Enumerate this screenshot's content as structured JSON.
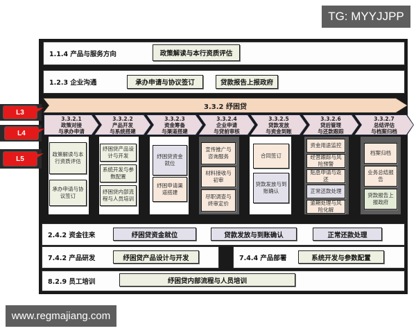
{
  "watermarks": {
    "top_right": "TG: MYYJJPP",
    "bottom_left": "www.regmajiang.com"
  },
  "level_tags": [
    "L3",
    "L4",
    "L5"
  ],
  "top_lanes": [
    {
      "title": "1.1.4 产品与服务方向",
      "activities": [
        "政策解读与本行资质评估"
      ]
    },
    {
      "title": "1.2.3 企业沟通",
      "activities": [
        "承办申请与协议签订",
        "贷款报告上报政府"
      ]
    }
  ],
  "process": {
    "title": "3.3.2 纾困贷",
    "steps": [
      {
        "code": "3.3.2.1",
        "line1": "政策对接",
        "line2": "与承办申请",
        "tasks": [
          "政策解读与本行资质评估",
          "承办申请与协议签订"
        ]
      },
      {
        "code": "3.3.2.2",
        "line1": "产品开发",
        "line2": "与系统搭建",
        "tasks": [
          "纾困贷产品设计与开发",
          "系统开发与参数配置",
          "纾困贷内部流程与人员培训"
        ]
      },
      {
        "code": "3.3.2.3",
        "line1": "资金筹备",
        "line2": "与渠道搭建",
        "tasks": [
          "纾困贷资金就位",
          "纾困申请渠道搭建"
        ]
      },
      {
        "code": "3.3.2.4",
        "line1": "企业申请",
        "line2": "与贷前审核",
        "tasks": [
          "宣传推广与咨询服务",
          "材料接收与初审",
          "尽职调查与终审定价"
        ]
      },
      {
        "code": "3.3.2.5",
        "line1": "贷款发放",
        "line2": "与资金到账",
        "tasks": [
          "合同签订",
          "贷款发放与到账确认"
        ]
      },
      {
        "code": "3.3.2.6",
        "line1": "贷后管理",
        "line2": "与还款跟踪",
        "tasks": [
          "资金用途监控",
          "经营跟踪与风险预警",
          "贴息申请与返还",
          "正常还款处理",
          "逾期处理与风险化解"
        ]
      },
      {
        "code": "3.3.2.7",
        "line1": "总结评估",
        "line2": "与档案归档",
        "tasks": [
          "档案归档",
          "业务总结报告",
          "贷款报告上报政府"
        ]
      }
    ]
  },
  "bottom_lanes": [
    {
      "title": "2.4.2 资金往来",
      "activities": [
        "纾困贷资金就位",
        "贷款发放与到账确认",
        "正常还款处理"
      ]
    },
    {
      "title": "7.4.2 产品研发",
      "activities": [
        "纾困贷产品设计与开发"
      ]
    },
    {
      "title": "7.4.4 产品部署",
      "activities": [
        "系统开发与参数配置"
      ]
    },
    {
      "title": "8.2.9 员工培训",
      "activities": [
        "纾困贷内部流程与人员培训"
      ]
    }
  ],
  "colors": {
    "l3_band": "#f6d8be",
    "l4_chevron": "#ead9de",
    "tag_red": "#e41a1a",
    "activity_green": "#eef0e2",
    "activity_blue": "#e2e0ea",
    "task_peach": "#f8e9dc"
  }
}
